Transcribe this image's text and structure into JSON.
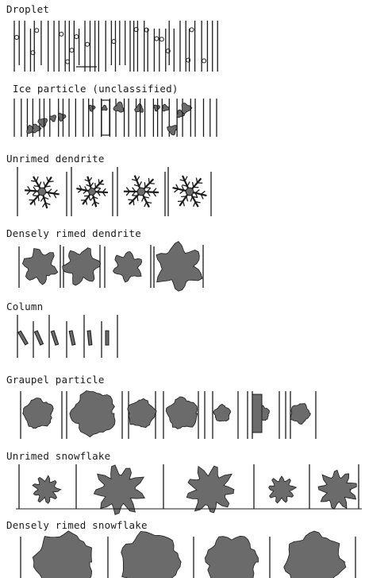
{
  "categories": [
    {
      "label": "Droplet"
    },
    {
      "label": "Ice particle (unclassified)"
    },
    {
      "label": "Unrimed dendrite"
    },
    {
      "label": "Densely rimed dendrite"
    },
    {
      "label": "Column"
    },
    {
      "label": "Graupel particle"
    },
    {
      "label": "Unrimed snowflake"
    },
    {
      "label": "Densely rimed snowflake"
    }
  ],
  "colors": {
    "ink": "#1a1a1a",
    "particle_fill": "#6b6b6b"
  }
}
